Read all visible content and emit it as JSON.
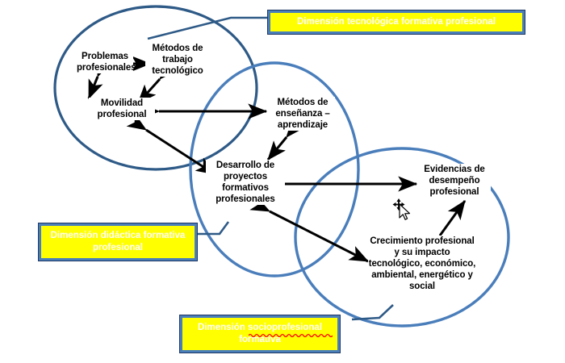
{
  "diagram": {
    "title_labels": [
      {
        "id": "tecnologica",
        "text": "Dimensión tecnológica formativa profesional"
      },
      {
        "id": "didactica",
        "text": "Dimensión didáctica formativa profesional"
      },
      {
        "id": "socioprofesional",
        "text": "Dimensión socioprofesional formativa"
      }
    ],
    "nodes": [
      {
        "id": "problemas-profesionales",
        "text": "Problemas profesionales"
      },
      {
        "id": "metodos-trabajo",
        "text": "Métodos de trabajo tecnológico"
      },
      {
        "id": "movilidad-profesional",
        "text": "Movilidad profesional"
      },
      {
        "id": "metodos-ensenanza",
        "text": "Métodos de enseñanza – aprendizaje"
      },
      {
        "id": "desarrollo-proyectos",
        "text": "Desarrollo de proyectos formativos profesionales"
      },
      {
        "id": "evidencias-desempeno",
        "text": "Evidencias de desempeño profesional"
      },
      {
        "id": "crecimiento-profesional",
        "text": "Crecimiento profesional y su impacto tecnológico, económico, ambiental, energético y social"
      }
    ],
    "colors": {
      "circle_stroke": "#2e5a87",
      "label_border": "#1f3864",
      "label_frame": "#4a7ebb",
      "label_fill": "#ffff00",
      "label_text": "#ffffff",
      "arrow": "#000000",
      "node_text": "#000000",
      "spellcheck_underline": "#ff0000"
    },
    "cursor": {
      "name": "move-cursor"
    }
  }
}
